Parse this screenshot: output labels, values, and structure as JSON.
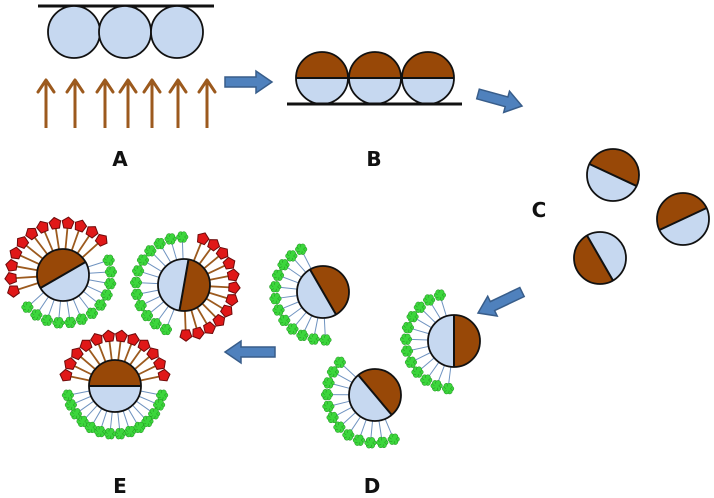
{
  "labels": {
    "a": "A",
    "b": "B",
    "c": "C",
    "d": "D",
    "e": "E"
  },
  "colors": {
    "particle_fill": "#c6d8f0",
    "cap_fill": "#984807",
    "outline": "#111111",
    "arrow_fill": "#4f81bd",
    "arrow_stroke": "#385d8a",
    "up_arrow": "#9c5a1e",
    "green_ligand": "#3cd63c",
    "green_ligand_edge": "#1f8f1f",
    "red_ligand": "#e01818",
    "red_ligand_edge": "#6e0a0a",
    "blue_stem": "#6f93c0",
    "brown_stem": "#9c5a1e"
  },
  "icons": {
    "process_arrow": "block-arrow",
    "irradiation_arrow": "up-arrow",
    "ligand_green": "green-flower",
    "ligand_red": "red-pentagon"
  }
}
